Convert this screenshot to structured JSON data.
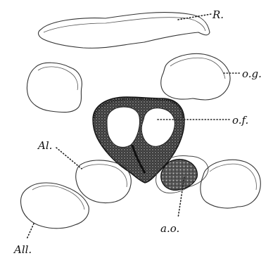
{
  "figure": {
    "labels": {
      "R": "R.",
      "og": "o.g.",
      "of": "o.f.",
      "Al": "Al.",
      "All": "All.",
      "ao": "a.o."
    },
    "colors": {
      "ink": "#111111",
      "stipple": "#2a2a2a",
      "background": "#ffffff"
    }
  }
}
